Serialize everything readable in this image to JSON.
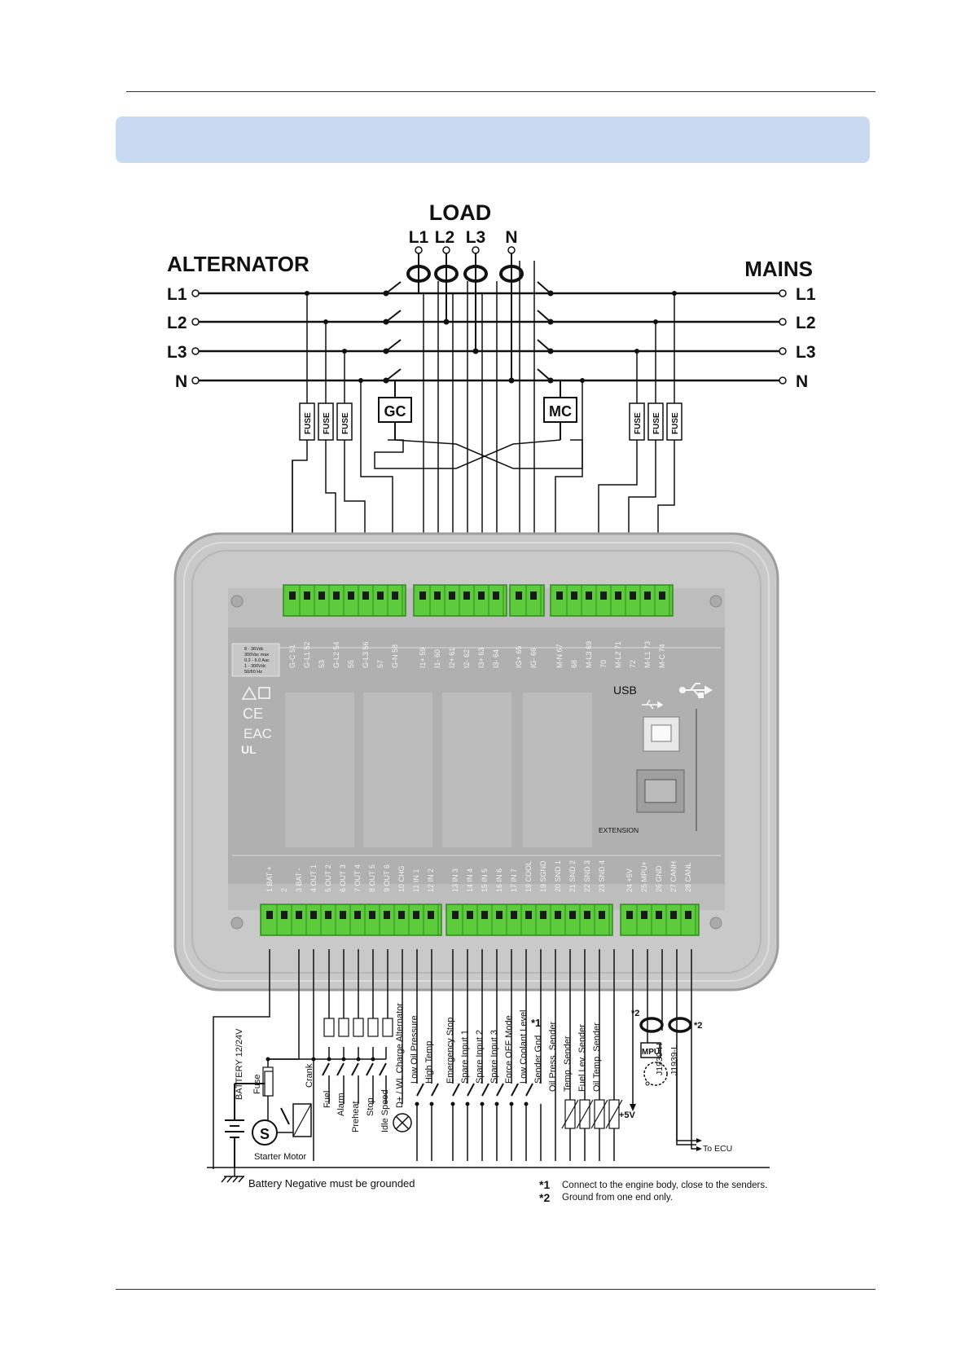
{
  "header_banner": "",
  "load": {
    "title": "LOAD",
    "phases": [
      "L1",
      "L2",
      "L3",
      "N"
    ]
  },
  "alternator": {
    "title": "ALTERNATOR",
    "lines": [
      "L1",
      "L2",
      "L3",
      "N"
    ]
  },
  "mains": {
    "title": "MAINS",
    "lines": [
      "L1",
      "L2",
      "L3",
      "N"
    ]
  },
  "contactors": {
    "gen": "GC",
    "mains": "MC"
  },
  "fuse_label": "FUSE",
  "top_terminals": [
    {
      "num": "51",
      "name": "G-C"
    },
    {
      "num": "52",
      "name": "G-L1"
    },
    {
      "num": "53",
      "name": ""
    },
    {
      "num": "54",
      "name": "G-L2"
    },
    {
      "num": "55",
      "name": ""
    },
    {
      "num": "56",
      "name": "G-L3"
    },
    {
      "num": "57",
      "name": ""
    },
    {
      "num": "58",
      "name": "G-N"
    },
    {
      "num": "59",
      "name": "I1+"
    },
    {
      "num": "60",
      "name": "I1-"
    },
    {
      "num": "61",
      "name": "I2+"
    },
    {
      "num": "62",
      "name": "I2-"
    },
    {
      "num": "63",
      "name": "I3+"
    },
    {
      "num": "64",
      "name": "I3-"
    },
    {
      "num": "65",
      "name": "IG+"
    },
    {
      "num": "66",
      "name": "IG-"
    },
    {
      "num": "67",
      "name": "M-N"
    },
    {
      "num": "68",
      "name": ""
    },
    {
      "num": "69",
      "name": "M-L3"
    },
    {
      "num": "70",
      "name": ""
    },
    {
      "num": "71",
      "name": "M-L2"
    },
    {
      "num": "72",
      "name": ""
    },
    {
      "num": "73",
      "name": "M-L1"
    },
    {
      "num": "74",
      "name": "M-C"
    }
  ],
  "ratings": [
    "8 - 36Vdc",
    "300Vac max",
    "0.2 - 6.0 Aac",
    "1 - 300Vdc",
    "50/60 Hz"
  ],
  "usb_label": "USB",
  "extension_label": "EXTENSION",
  "bottom_terminals": [
    {
      "num": "1",
      "name": "BAT +"
    },
    {
      "num": "2",
      "name": ""
    },
    {
      "num": "3",
      "name": "BAT -"
    },
    {
      "num": "4",
      "name": "OUT 1"
    },
    {
      "num": "5",
      "name": "OUT 2"
    },
    {
      "num": "6",
      "name": "OUT 3"
    },
    {
      "num": "7",
      "name": "OUT 4"
    },
    {
      "num": "8",
      "name": "OUT 5"
    },
    {
      "num": "9",
      "name": "OUT 6"
    },
    {
      "num": "10",
      "name": "CHG"
    },
    {
      "num": "11",
      "name": "IN 1"
    },
    {
      "num": "12",
      "name": "IN 2"
    },
    {
      "num": "13",
      "name": "IN 3"
    },
    {
      "num": "14",
      "name": "IN 4"
    },
    {
      "num": "15",
      "name": "IN 5"
    },
    {
      "num": "16",
      "name": "IN 6"
    },
    {
      "num": "17",
      "name": "IN 7"
    },
    {
      "num": "18",
      "name": "COOL"
    },
    {
      "num": "19",
      "name": "SGND"
    },
    {
      "num": "20",
      "name": "SND 1"
    },
    {
      "num": "21",
      "name": "SND 2"
    },
    {
      "num": "22",
      "name": "SND 3"
    },
    {
      "num": "23",
      "name": "SND 4"
    },
    {
      "num": "24",
      "name": "+5V"
    },
    {
      "num": "25",
      "name": "MPU+"
    },
    {
      "num": "26",
      "name": "GND"
    },
    {
      "num": "27",
      "name": "CANH"
    },
    {
      "num": "28",
      "name": "CANL"
    }
  ],
  "output_labels": [
    "Crank",
    "Fuel",
    "Alarm",
    "Preheat",
    "Stop",
    "Idle Speed",
    "D+ / WL Charge Alternator"
  ],
  "input_labels": [
    "Low Oil Pressure",
    "High Temp",
    "Emergency Stop",
    "Spare Input 1",
    "Spare Input 2",
    "Spare Input 3",
    "Force OFF Mode",
    "Low Coolant Level"
  ],
  "sender_labels": [
    "Sender Gnd",
    "Oil Press. Sender",
    "Temp. Sender",
    "Fuel Lev. Sender",
    "Oil Temp. Sender"
  ],
  "battery": {
    "label": "BATTERY 12/24V",
    "fuse": "Fuse",
    "starter_symbol": "S",
    "starter_label": "Starter Motor"
  },
  "ground_note": "Battery Negative must be grounded",
  "plus5v": "+5V",
  "mpu": "MPU",
  "can": {
    "h": "J1939-H",
    "l": "J1939-L",
    "ecu": "To ECU"
  },
  "marks": {
    "m1": "*1",
    "m2": "*2"
  },
  "notes": [
    {
      "mark": "*1",
      "text": "Connect to the engine body, close to the senders."
    },
    {
      "mark": "*2",
      "text": "Ground from one end only."
    }
  ]
}
